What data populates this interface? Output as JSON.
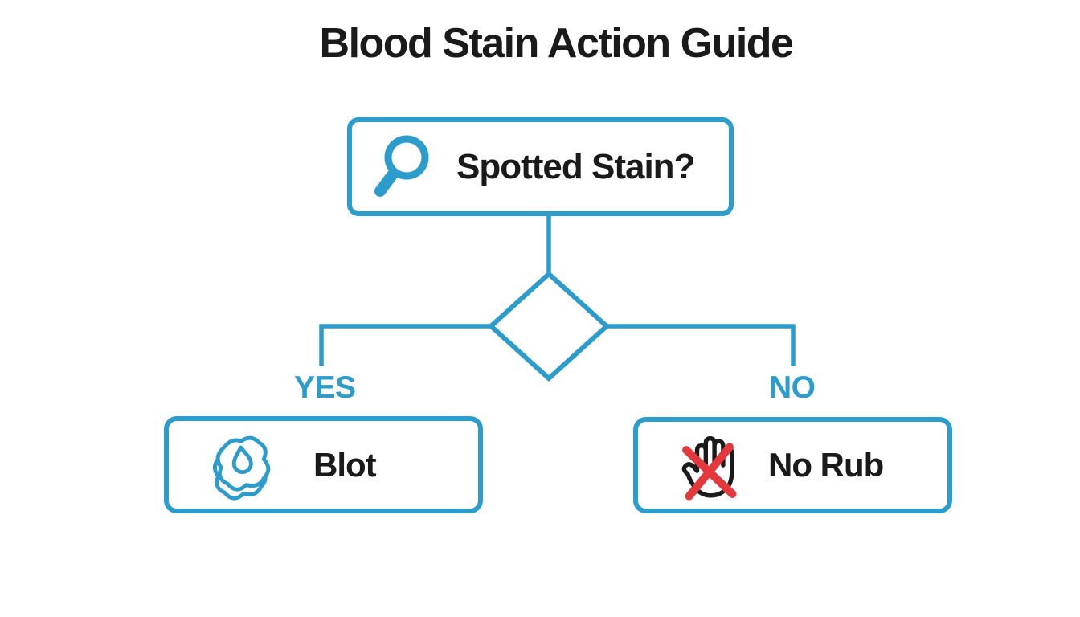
{
  "title": "Blood Stain Action Guide",
  "colors": {
    "accent": "#2B9CCB",
    "text": "#1A1A1A",
    "danger": "#E3393C",
    "background": "#FFFFFF"
  },
  "flowchart": {
    "question_node": {
      "label": "Spotted Stain?",
      "icon": "magnifier-icon"
    },
    "decision": {
      "yes_label": "YES",
      "no_label": "NO"
    },
    "outcome_yes": {
      "label": "Blot",
      "icon": "blot-cloth-icon"
    },
    "outcome_no": {
      "label": "No Rub",
      "icon": "no-rub-hand-icon"
    }
  }
}
